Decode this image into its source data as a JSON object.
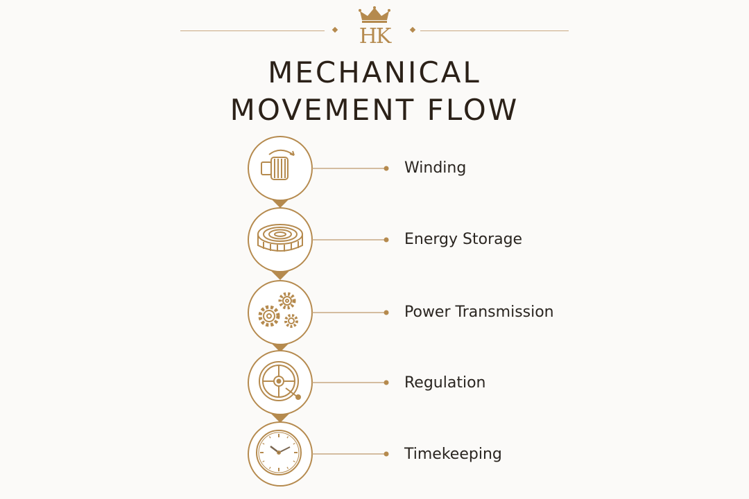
{
  "header": {
    "monogram": "HK",
    "crown_icon": "crown-icon",
    "title_line1": "MECHANICAL",
    "title_line2": "MOVEMENT FLOW"
  },
  "colors": {
    "accent": "#b58a4e",
    "text": "#2a2520",
    "background": "#fbfaf8"
  },
  "steps": [
    {
      "label": "Winding",
      "icon": "crown-winding-icon"
    },
    {
      "label": "Energy Storage",
      "icon": "mainspring-icon"
    },
    {
      "label": "Power Transmission",
      "icon": "gears-icon"
    },
    {
      "label": "Regulation",
      "icon": "balance-wheel-icon"
    },
    {
      "label": "Timekeeping",
      "icon": "clock-icon"
    }
  ]
}
